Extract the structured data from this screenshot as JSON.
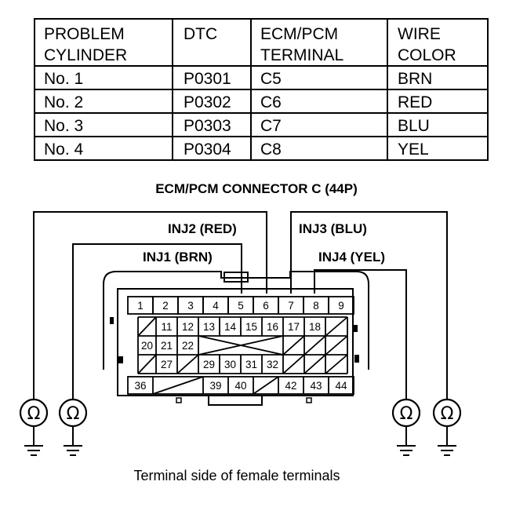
{
  "table": {
    "headers": [
      [
        "PROBLEM",
        "CYLINDER"
      ],
      [
        "DTC"
      ],
      [
        "ECM/PCM",
        "TERMINAL"
      ],
      [
        "WIRE",
        "COLOR"
      ]
    ],
    "rows": [
      [
        "No. 1",
        "P0301",
        "C5",
        "BRN"
      ],
      [
        "No. 2",
        "P0302",
        "C6",
        "RED"
      ],
      [
        "No. 3",
        "P0303",
        "C7",
        "BLU"
      ],
      [
        "No. 4",
        "P0304",
        "C8",
        "YEL"
      ]
    ]
  },
  "connector": {
    "title": "ECM/PCM CONNECTOR C (44P)",
    "wire_labels": {
      "inj1": "INJ1 (BRN)",
      "inj2": "INJ2 (RED)",
      "inj3": "INJ3 (BLU)",
      "inj4": "INJ4 (YEL)"
    },
    "pins": [
      [
        "1",
        "2",
        "3",
        "4",
        "5",
        "6",
        "7",
        "8",
        "9"
      ],
      [
        "",
        "11",
        "12",
        "13",
        "14",
        "15",
        "16",
        "17",
        "18",
        ""
      ],
      [
        "20",
        "21",
        "22"
      ],
      [
        "",
        "27",
        "",
        "29",
        "30",
        "31",
        "32",
        "",
        ""
      ],
      [
        "36",
        "",
        "39",
        "40",
        "",
        "42",
        "43",
        "44"
      ]
    ],
    "ohm_symbol": "Ω",
    "caption": "Terminal side of female terminals"
  }
}
